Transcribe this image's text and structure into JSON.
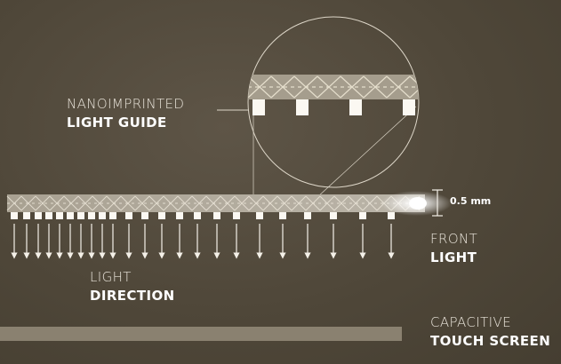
{
  "labels": {
    "light_guide": {
      "line1": "NANOIMPRINTED",
      "line2": "LIGHT GUIDE"
    },
    "thickness": "0.5 mm",
    "front_light": {
      "line1": "FRONT",
      "line2": "LIGHT"
    },
    "light_direction": {
      "line1": "LIGHT",
      "line2": "DIRECTION"
    },
    "touch_screen": {
      "line1": "CAPACITIVE",
      "line2": "TOUCH SCREEN"
    }
  },
  "colors": {
    "background": "#4f4739",
    "guide": "#b8b0a0",
    "weave": "#efe9dc",
    "glow": "#ffffff",
    "touch_screen": "#8a8170"
  }
}
